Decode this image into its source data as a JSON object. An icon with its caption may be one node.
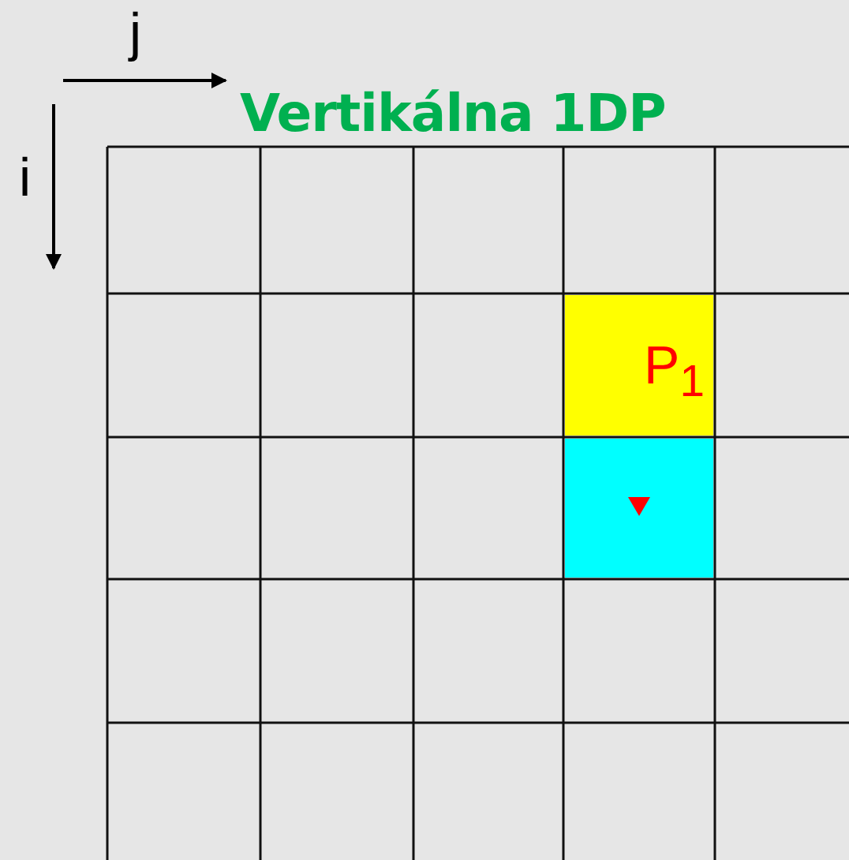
{
  "diagram": {
    "title": "Vertikálna 1DP",
    "nodes": [
      {
        "text": [
          "P$_{1}$"
        ]
      },
      {
        "text": [],
        "shape": "box"
      }
    ],
    "labels": [
      "j",
      "i"
    ]
  }
}
